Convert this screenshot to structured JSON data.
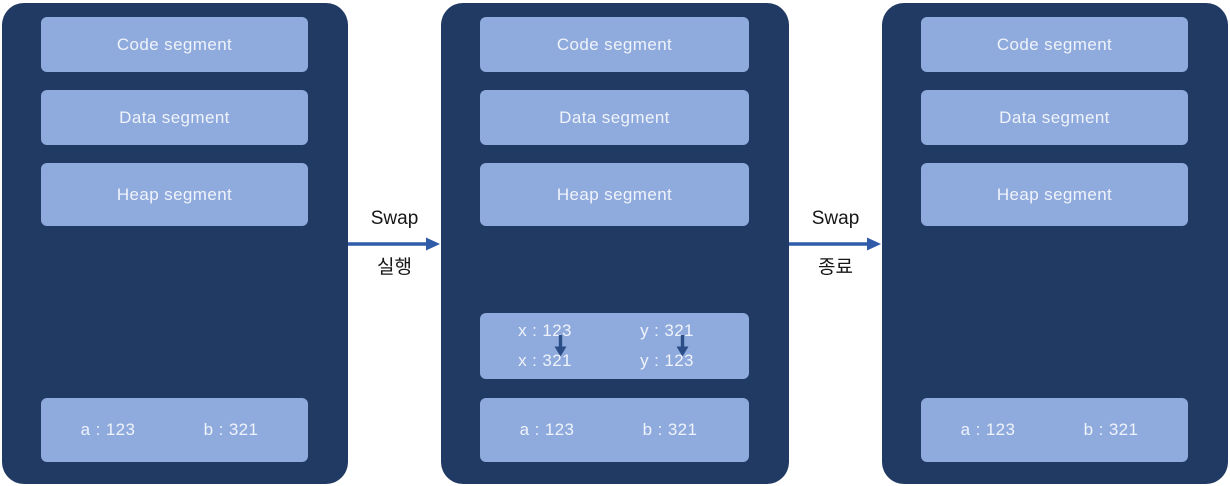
{
  "diagram": {
    "title": "process-memory-swap-diagram",
    "colors": {
      "background": "#FFFFFF",
      "panel": "#213A64",
      "segment_box": "#8FAADC",
      "segment_text": "#EFF3FB",
      "horizontal_arrow": "#2F5BA8",
      "vertical_arrow": "#2B4E87",
      "connector_text": "#161616"
    }
  },
  "panels": [
    {
      "role": "memory-before-swap",
      "segments": {
        "code": "Code segment",
        "data": "Data segment",
        "heap": "Heap segment"
      },
      "stack": {
        "a": "a : 123",
        "b": "b : 321"
      }
    },
    {
      "role": "memory-during-swap",
      "segments": {
        "code": "Code segment",
        "data": "Data segment",
        "heap": "Heap segment"
      },
      "swap_vars": {
        "x_before": "x : 123",
        "y_before": "y : 321",
        "x_after": "x : 321",
        "y_after": "y : 123"
      },
      "stack": {
        "a": "a : 123",
        "b": "b : 321"
      }
    },
    {
      "role": "memory-after-swap",
      "segments": {
        "code": "Code segment",
        "data": "Data segment",
        "heap": "Heap segment"
      },
      "stack": {
        "a": "a : 123",
        "b": "b : 321"
      }
    }
  ],
  "connectors": [
    {
      "title": "Swap",
      "subtitle": "실행"
    },
    {
      "title": "Swap",
      "subtitle": "종료"
    }
  ]
}
